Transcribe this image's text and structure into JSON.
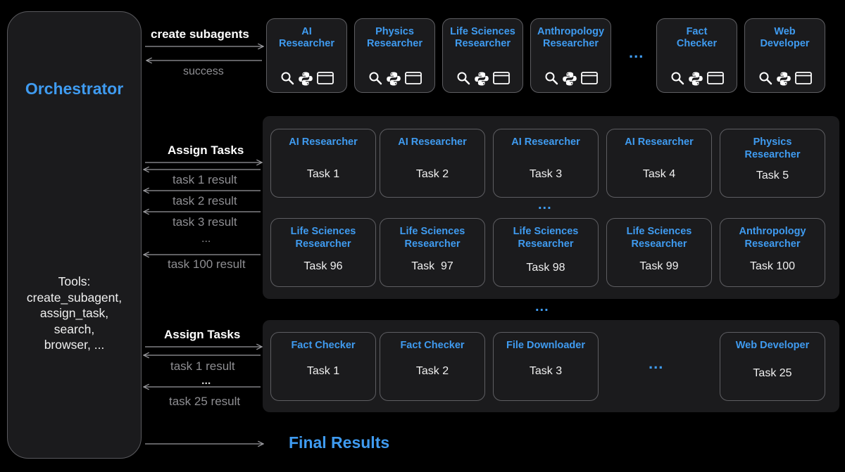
{
  "orchestrator": {
    "title": "Orchestrator",
    "tools": "Tools:\ncreate_subagent,\nassign_task,\nsearch,\nbrowser, ..."
  },
  "create_section": {
    "label": "create subagents",
    "return_label": "success",
    "ellipsis": "...",
    "subagents": [
      {
        "name": "AI\nResearcher",
        "tools": [
          "search-icon",
          "python-icon",
          "browser-icon"
        ]
      },
      {
        "name": "Physics\nResearcher",
        "tools": [
          "search-icon",
          "python-icon",
          "browser-icon"
        ]
      },
      {
        "name": "Life Sciences\nResearcher",
        "tools": [
          "search-icon",
          "python-icon",
          "browser-icon"
        ]
      },
      {
        "name": "Anthropology\nResearcher",
        "tools": [
          "search-icon",
          "python-icon",
          "browser-icon"
        ]
      },
      {
        "name": "Fact\nChecker",
        "tools": [
          "search-icon",
          "python-icon",
          "browser-icon"
        ]
      },
      {
        "name": "Web\nDeveloper",
        "tools": [
          "search-icon",
          "python-icon",
          "browser-icon"
        ]
      }
    ]
  },
  "batch1": {
    "label": "Assign Tasks",
    "results": [
      "task 1 result",
      "task 2 result",
      "task 3 result",
      "...",
      "task 100 result"
    ],
    "row_ellipsis": "...",
    "rows": [
      [
        {
          "role": "AI Researcher",
          "task": "Task 1"
        },
        {
          "role": "AI Researcher",
          "task": "Task 2"
        },
        {
          "role": "AI Researcher",
          "task": "Task 3"
        },
        {
          "role": "AI Researcher",
          "task": "Task 4"
        },
        {
          "role": "Physics\nResearcher",
          "task": "Task 5"
        }
      ],
      [
        {
          "role": "Life Sciences\nResearcher",
          "task": "Task 96"
        },
        {
          "role": "Life Sciences\nResearcher",
          "task": "Task  97"
        },
        {
          "role": "Life Sciences\nResearcher",
          "task": "Task 98"
        },
        {
          "role": "Life Sciences\nResearcher",
          "task": "Task 99"
        },
        {
          "role": "Anthropology\nResearcher",
          "task": "Task 100"
        }
      ]
    ]
  },
  "between_ellipsis": "...",
  "batch2": {
    "label": "Assign Tasks",
    "results": [
      "task 1 result",
      "...",
      "task 25 result"
    ],
    "ellipsis": "...",
    "cards": [
      {
        "role": "Fact Checker",
        "task": "Task 1"
      },
      {
        "role": "Fact Checker",
        "task": "Task 2"
      },
      {
        "role": "File Downloader",
        "task": "Task 3"
      },
      {
        "role": "Web Developer",
        "task": "Task 25"
      }
    ]
  },
  "final_results": "Final Results",
  "colors": {
    "accent": "#3f9bf0",
    "card_bg": "#1b1b1d",
    "border": "#5e5e62",
    "dim_text": "#8e8e92"
  }
}
